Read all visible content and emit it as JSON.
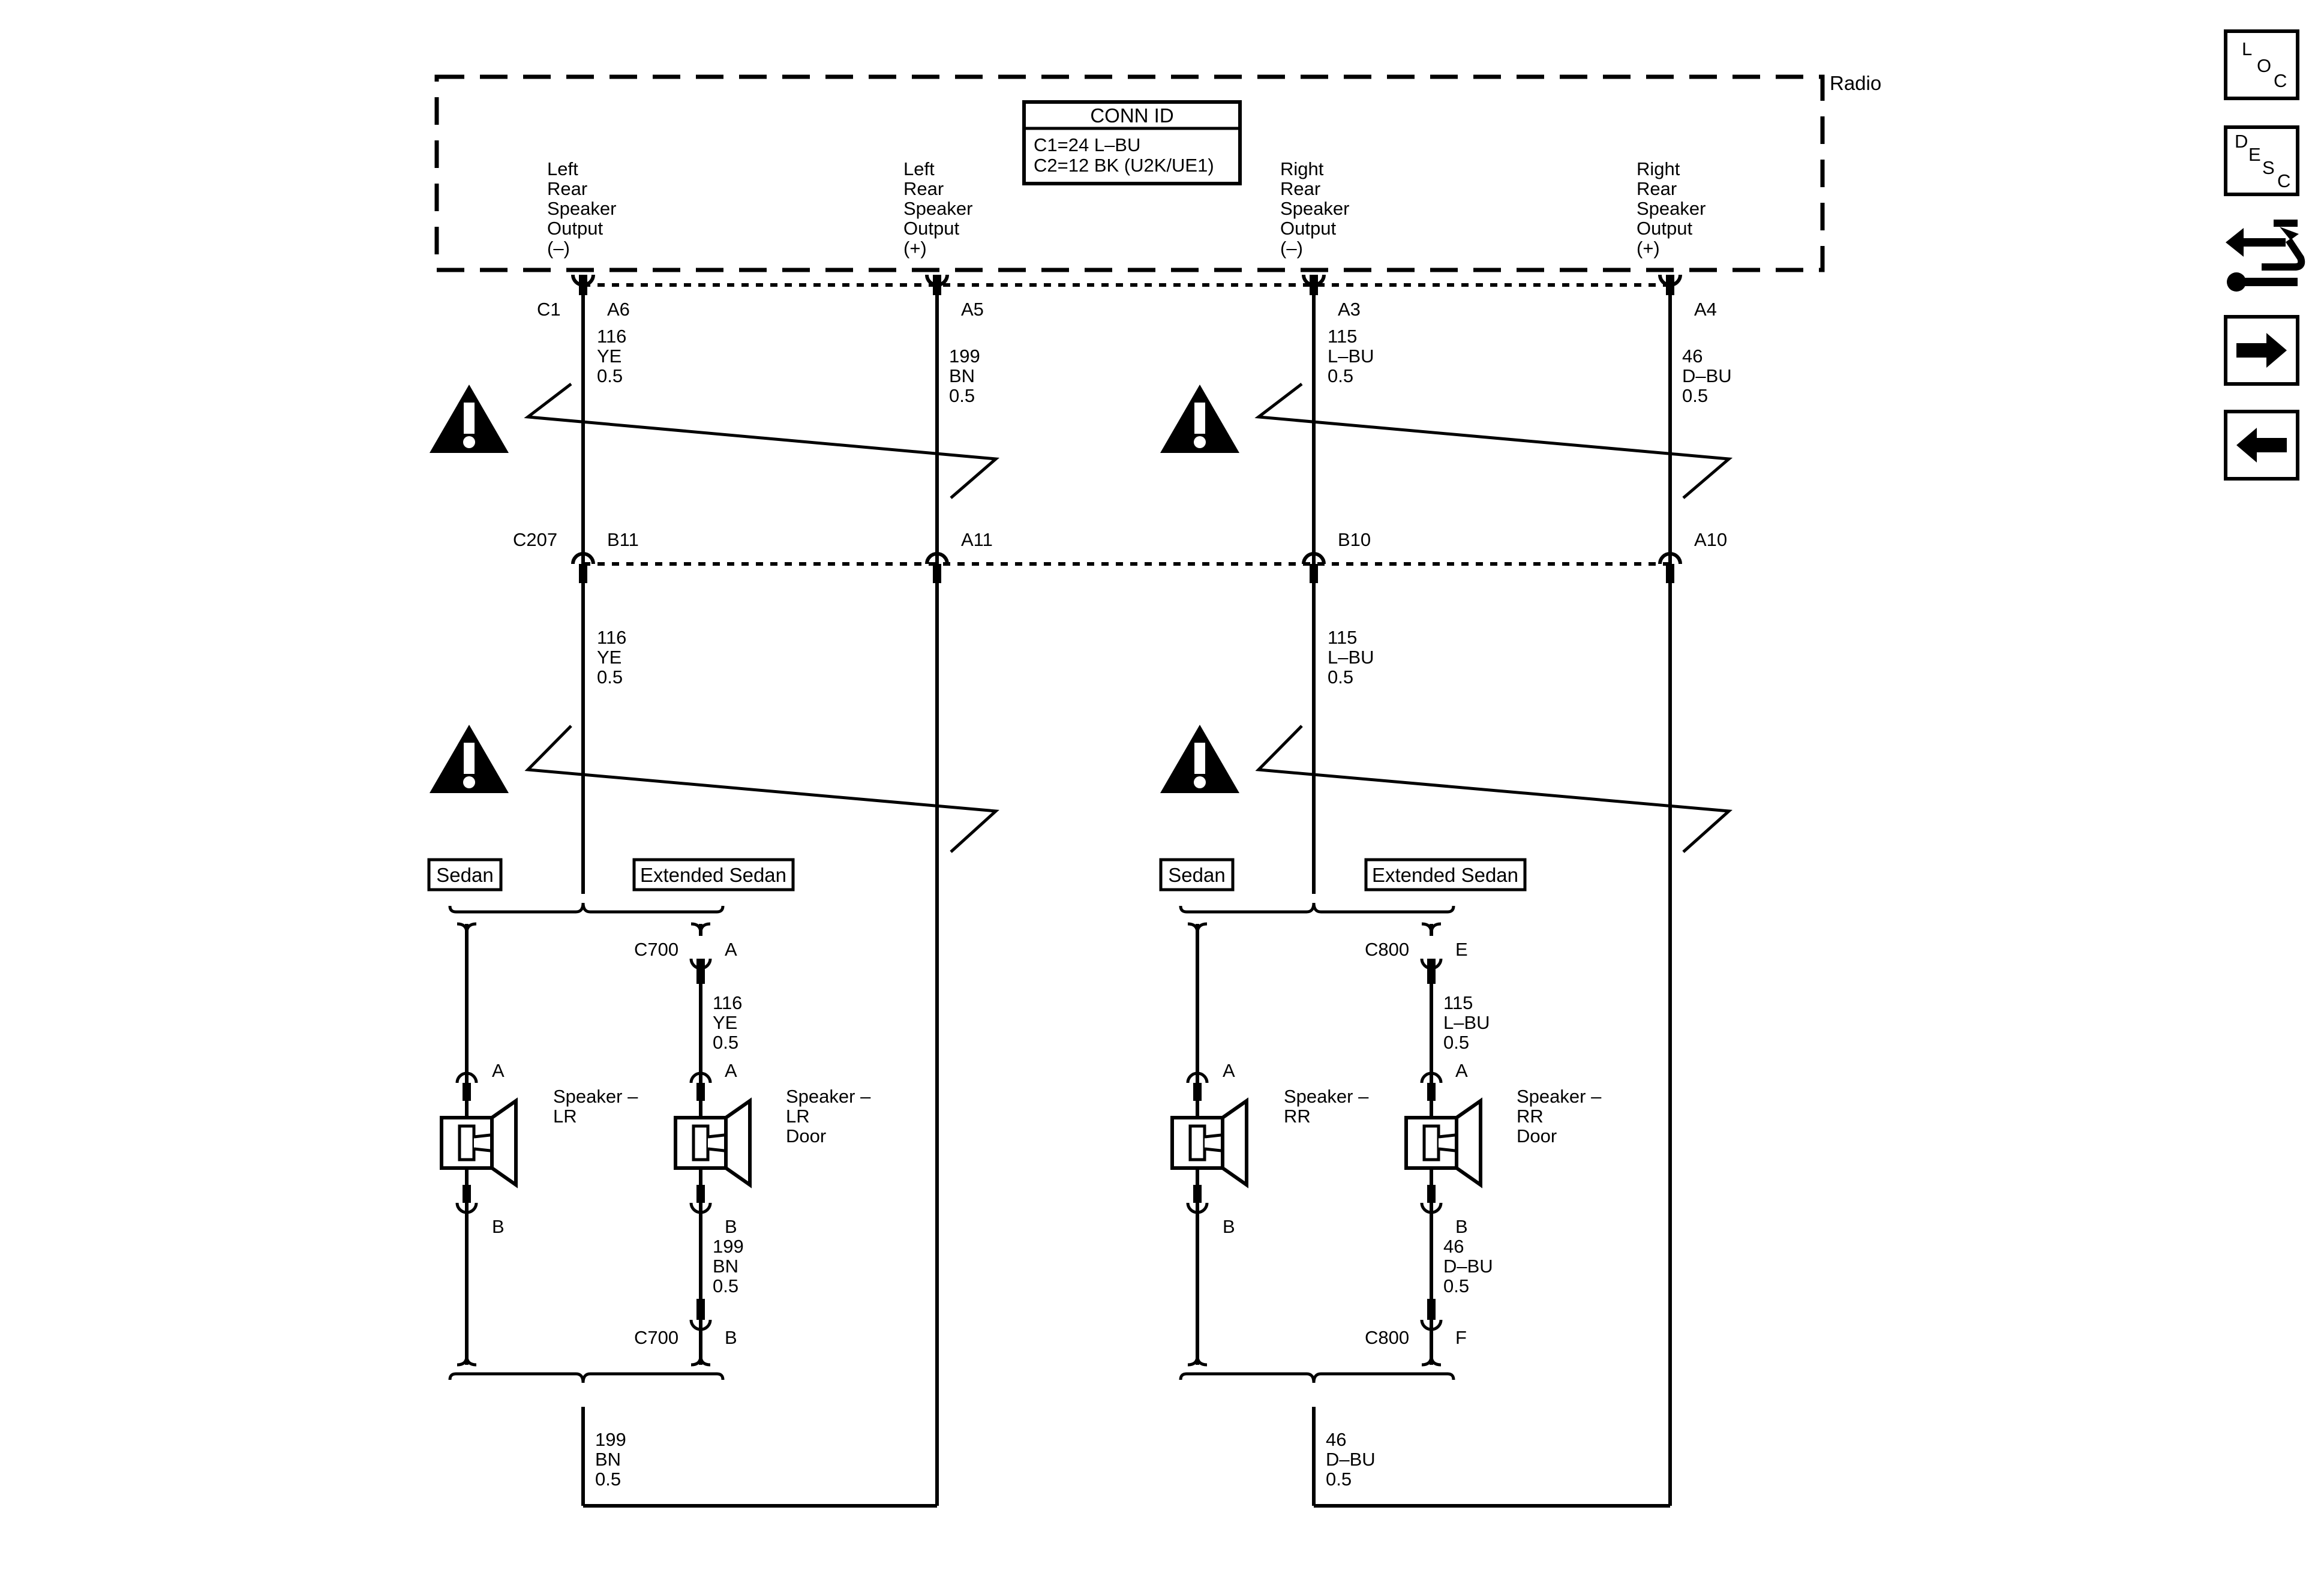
{
  "radio": {
    "name": "Radio",
    "conn_id": {
      "title": "CONN ID",
      "line1": "C1=24 L–BU",
      "line2": "C2=12 BK (U2K/UE1)"
    },
    "outputs": [
      {
        "line1": "Left",
        "line2": "Rear",
        "line3": "Speaker",
        "line4": "Output",
        "line5": "(–)"
      },
      {
        "line1": "Left",
        "line2": "Rear",
        "line3": "Speaker",
        "line4": "Output",
        "line5": "(+)"
      },
      {
        "line1": "Right",
        "line2": "Rear",
        "line3": "Speaker",
        "line4": "Output",
        "line5": "(–)"
      },
      {
        "line1": "Right",
        "line2": "Rear",
        "line3": "Speaker",
        "line4": "Output",
        "line5": "(+)"
      }
    ]
  },
  "connector_c1": {
    "name": "C1",
    "pins": [
      "A6",
      "A5",
      "A3",
      "A4"
    ]
  },
  "connector_c207": {
    "name": "C207",
    "pins": [
      "B11",
      "A11",
      "B10",
      "A10"
    ]
  },
  "wires_upper": [
    {
      "circuit": "116",
      "color": "YE",
      "size": "0.5"
    },
    {
      "circuit": "199",
      "color": "BN",
      "size": "0.5"
    },
    {
      "circuit": "115",
      "color": "L–BU",
      "size": "0.5"
    },
    {
      "circuit": "46",
      "color": "D–BU",
      "size": "0.5"
    }
  ],
  "wires_middle": [
    {
      "circuit": "116",
      "color": "YE",
      "size": "0.5"
    },
    {
      "circuit": "115",
      "color": "L–BU",
      "size": "0.5"
    }
  ],
  "left_group": {
    "option_a": "Sedan",
    "option_b": "Extended Sedan",
    "door_conn_top": {
      "name": "C700",
      "pin": "A"
    },
    "door_conn_bottom": {
      "name": "C700",
      "pin": "B"
    },
    "door_wire_top": {
      "circuit": "116",
      "color": "YE",
      "size": "0.5"
    },
    "door_wire_bottom": {
      "circuit": "199",
      "color": "BN",
      "size": "0.5"
    },
    "speaker1": {
      "line1": "Speaker –",
      "line2": "LR",
      "line3": "",
      "pin_top": "A",
      "pin_bottom": "B"
    },
    "speaker2": {
      "line1": "Speaker –",
      "line2": "LR",
      "line3": "Door",
      "pin_top": "A",
      "pin_bottom": "B"
    },
    "return_wire": {
      "circuit": "199",
      "color": "BN",
      "size": "0.5"
    }
  },
  "right_group": {
    "option_a": "Sedan",
    "option_b": "Extended Sedan",
    "door_conn_top": {
      "name": "C800",
      "pin": "E"
    },
    "door_conn_bottom": {
      "name": "C800",
      "pin": "F"
    },
    "door_wire_top": {
      "circuit": "115",
      "color": "L–BU",
      "size": "0.5"
    },
    "door_wire_bottom": {
      "circuit": "46",
      "color": "D–BU",
      "size": "0.5"
    },
    "speaker1": {
      "line1": "Speaker –",
      "line2": "RR",
      "line3": "",
      "pin_top": "A",
      "pin_bottom": "B"
    },
    "speaker2": {
      "line1": "Speaker –",
      "line2": "RR",
      "line3": "Door",
      "pin_top": "A",
      "pin_bottom": "B"
    },
    "return_wire": {
      "circuit": "46",
      "color": "D–BU",
      "size": "0.5"
    }
  },
  "nav_buttons": {
    "loc": {
      "l1": "L",
      "l2": "O",
      "l3": "C"
    },
    "desc": {
      "l1": "D",
      "l2": "E",
      "l3": "S",
      "l4": "C"
    },
    "service_icon": "wrench-arrows-icon",
    "next_icon": "arrow-right-icon",
    "prev_icon": "arrow-left-icon"
  }
}
